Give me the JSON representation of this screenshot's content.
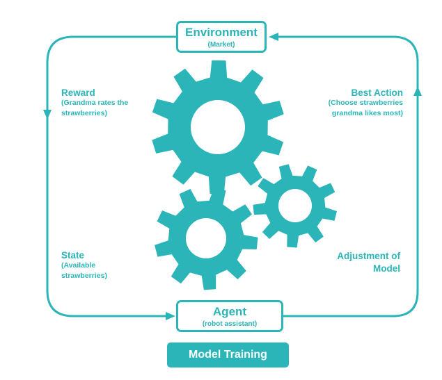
{
  "colors": {
    "accent": "#2bb5b8",
    "background": "#ffffff",
    "button_text": "#ffffff"
  },
  "environment": {
    "title": "Environment",
    "subtitle": "(Market)"
  },
  "agent": {
    "title": "Agent",
    "subtitle": "(robot assistant)"
  },
  "reward": {
    "title": "Reward",
    "line1": "(Grandma rates the",
    "line2": "strawberries)"
  },
  "state": {
    "title": "State",
    "line1": "(Available",
    "line2": "strawberries)"
  },
  "best_action": {
    "title": "Best Action",
    "line1": "(Choose strawberries",
    "line2": "grandma likes most)"
  },
  "adjustment": {
    "line1": "Adjustment of",
    "line2": "Model"
  },
  "footer": {
    "label": "Model Training"
  },
  "icons": [
    "gear-icon",
    "gear-icon",
    "gear-icon",
    "arrow-icon"
  ]
}
